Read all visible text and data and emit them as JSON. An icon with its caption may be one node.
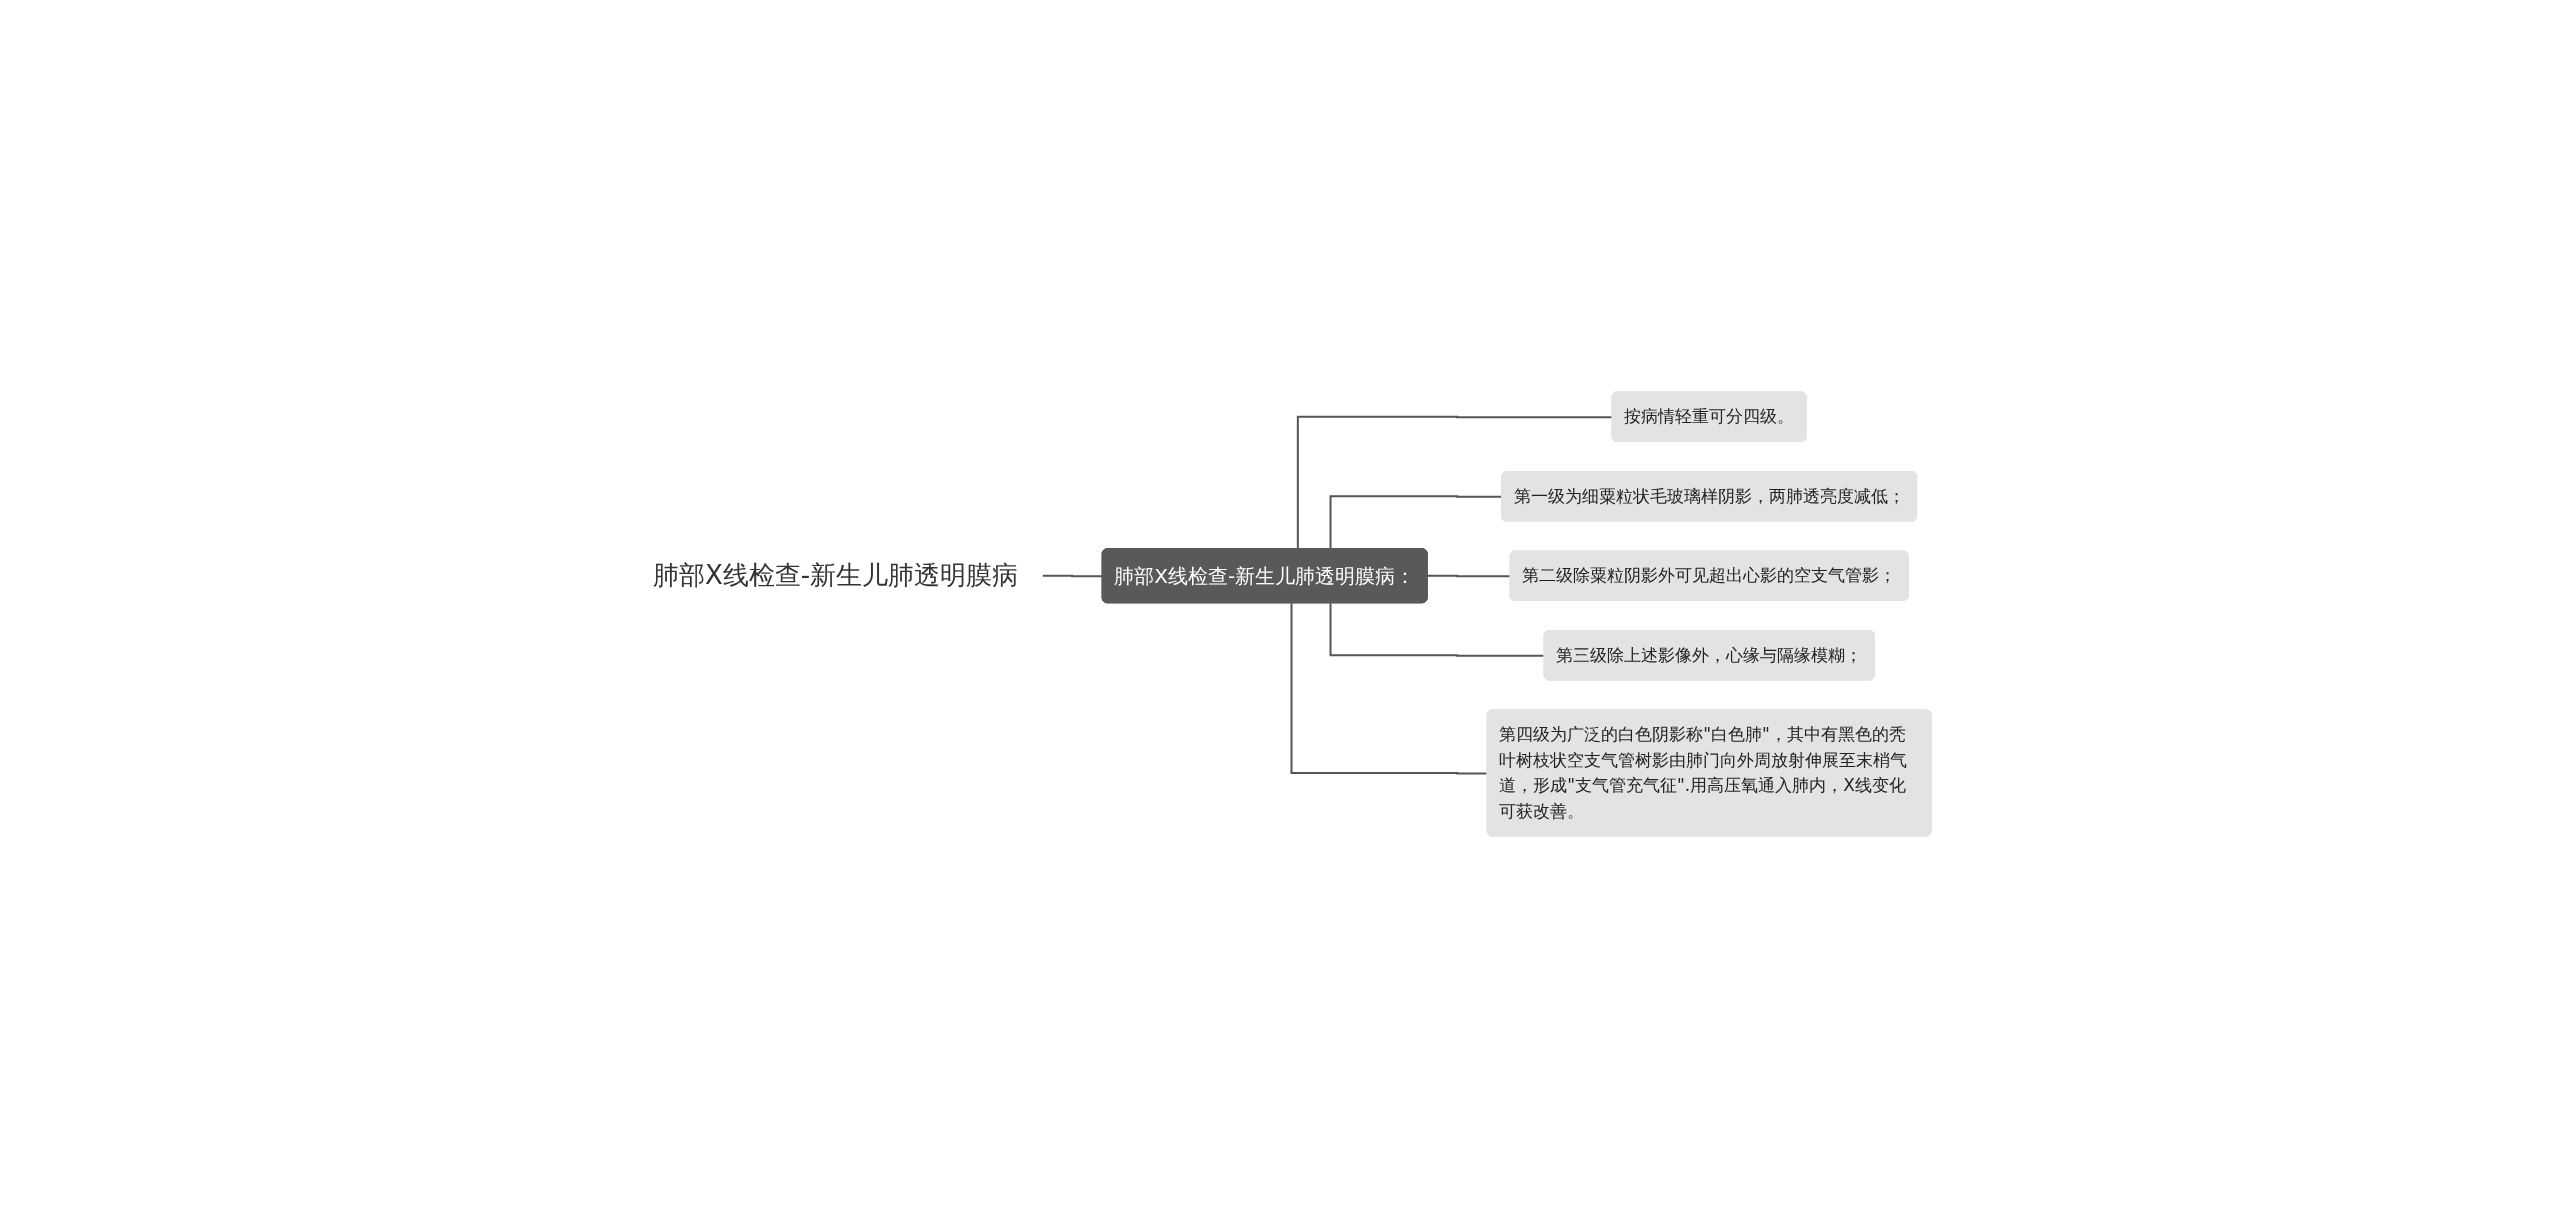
{
  "diagram": {
    "nodes": [
      {
        "text": [
          "肺部X线检查-新生儿肺透明膜病"
        ]
      },
      {
        "text": [
          "肺部X线检查-新生儿肺透明膜病："
        ]
      },
      {
        "text": [
          "按病情轻重可分四级。"
        ]
      },
      {
        "text": [
          "第一级为细粟粒状毛玻璃样阴影，两肺透亮度减低；"
        ]
      },
      {
        "text": [
          "第二级除粟粒阴影外可见超出心影的空支气管影；"
        ]
      },
      {
        "text": [
          "第三级除上述影像外，心缘与隔缘模糊；"
        ]
      },
      {
        "text": [
          "第四级为广泛的白色阴影称\"白色肺\"，其中有黑色的秃叶树枝状空支气管树影由肺门向外周放射伸展至末梢气道，形成\"支气管充气征\".用高压氧通入肺内，X线变化可获改善。"
        ]
      }
    ],
    "edges": [
      {
        "from": 0,
        "to": 1,
        "arrow": "none"
      },
      {
        "from": 1,
        "to": 2,
        "arrow": "none"
      },
      {
        "from": 1,
        "to": 3,
        "arrow": "none"
      },
      {
        "from": 1,
        "to": 4,
        "arrow": "none"
      },
      {
        "from": 1,
        "to": 5,
        "arrow": "none"
      },
      {
        "from": 1,
        "to": 6,
        "arrow": "none"
      }
    ]
  }
}
